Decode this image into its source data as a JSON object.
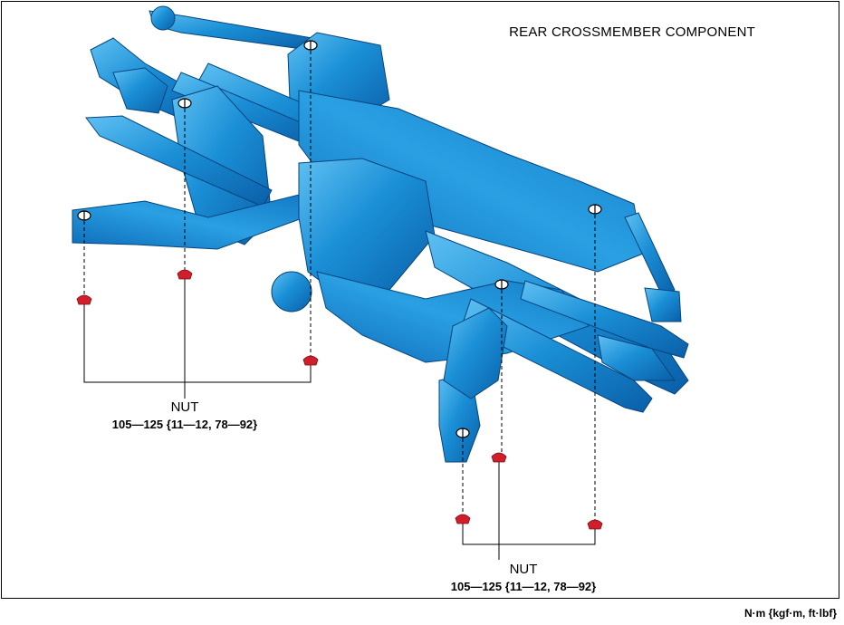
{
  "title": "REAR CROSSMEMBER COMPONENT",
  "callouts": [
    {
      "name": "NUT",
      "torque": "105—125 {11—12, 78—92}"
    },
    {
      "name": "NUT",
      "torque": "105—125 {11—12, 78—92}"
    }
  ],
  "units": "N·m {kgf·m, ft·lbf}",
  "colors": {
    "component": "#1a8fd6",
    "component_dark": "#0a5fa8",
    "component_light": "#5fc0f2",
    "nut": "#d01e2a",
    "line": "#000000"
  },
  "icons": [
    "bolt-hole-icon",
    "nut-icon"
  ]
}
